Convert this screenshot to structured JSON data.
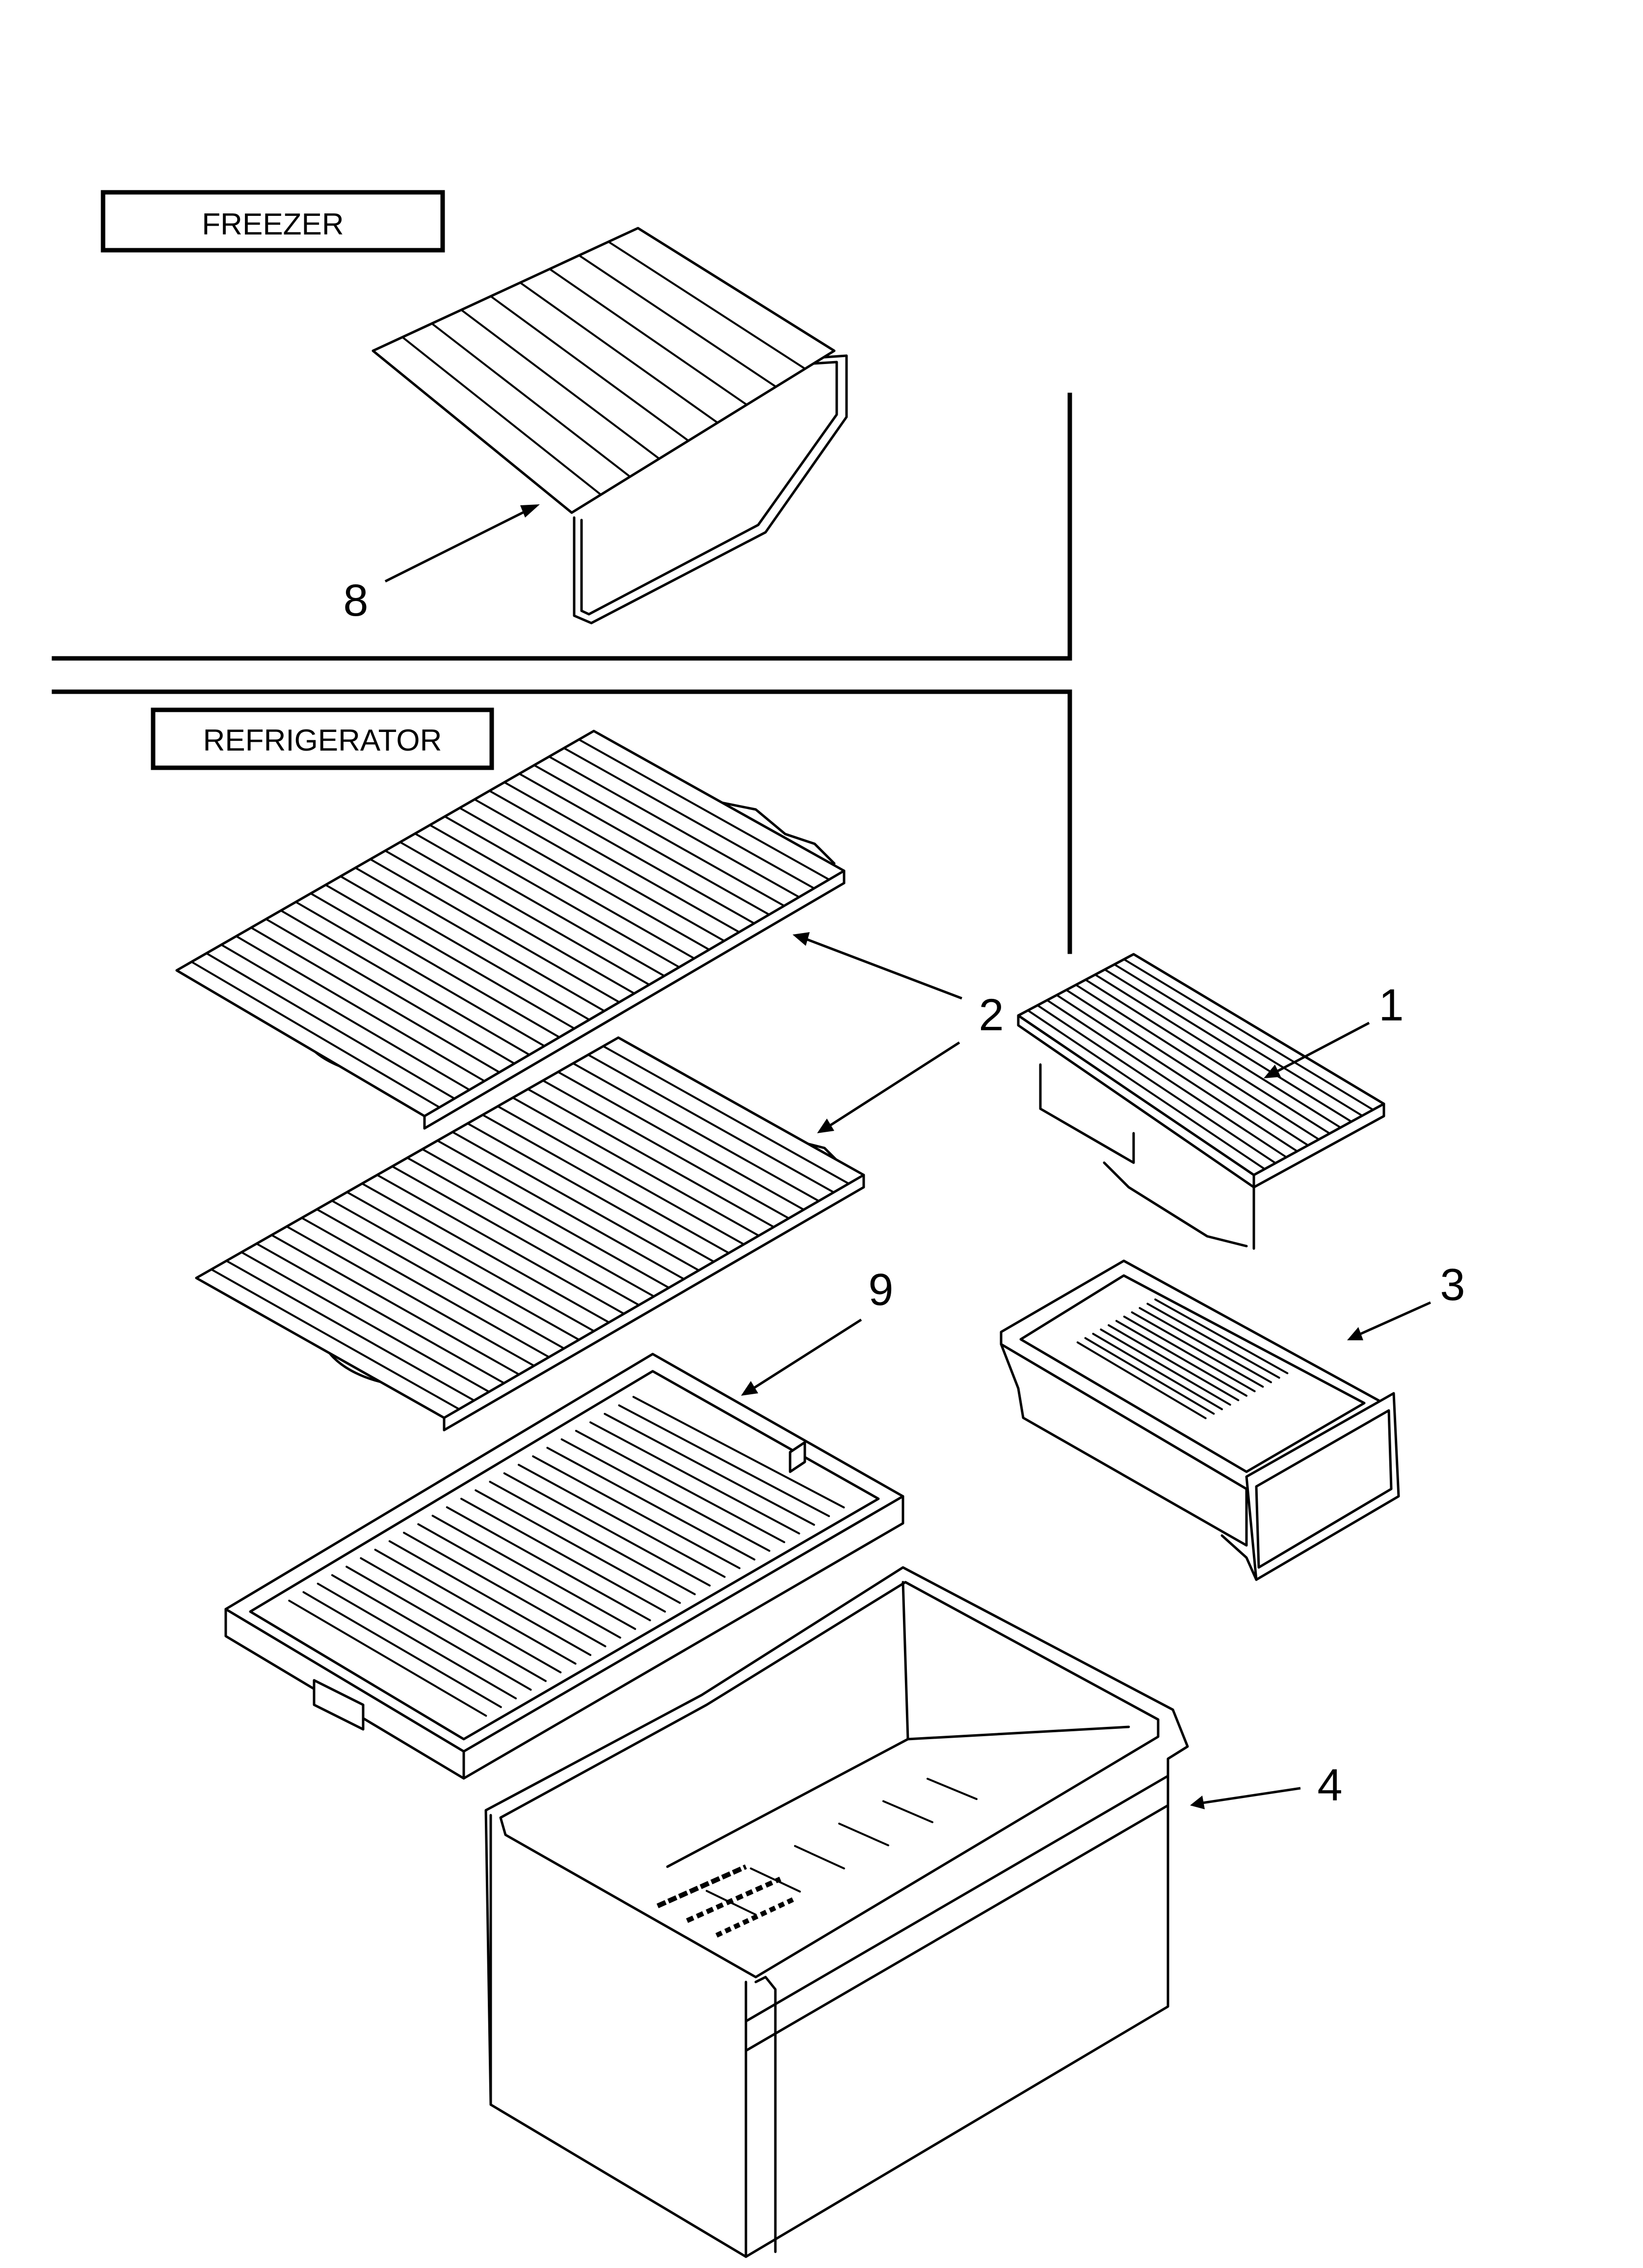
{
  "sections": {
    "freezer": "FREEZER",
    "refrigerator": "REFRIGERATOR"
  },
  "callouts": {
    "freezer_shelf": "8",
    "shelves": "2",
    "small_shelf": "1",
    "snack_pan": "3",
    "crisper_cover": "9",
    "crisper_drawer": "4"
  }
}
